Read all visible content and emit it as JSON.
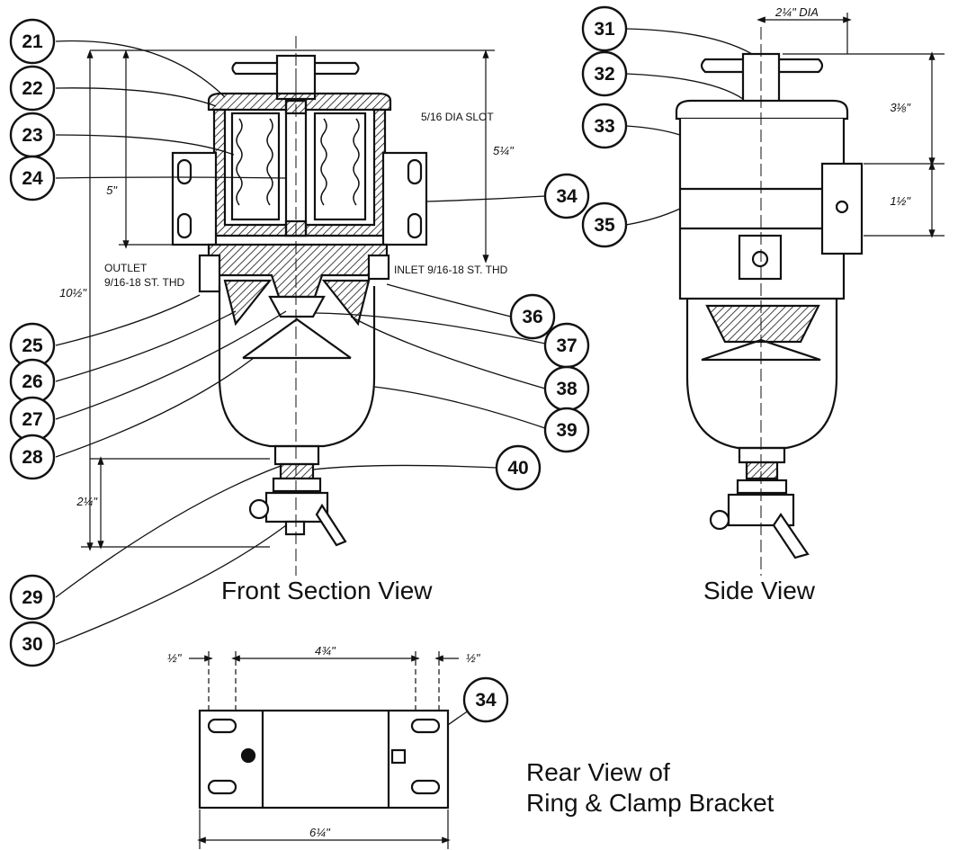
{
  "captions": {
    "front": "Front Section View",
    "side": "Side View",
    "rear_line1": "Rear View of",
    "rear_line2": "Ring & Clamp Bracket"
  },
  "callouts": [
    {
      "id": "21",
      "label": "21"
    },
    {
      "id": "22",
      "label": "22"
    },
    {
      "id": "23",
      "label": "23"
    },
    {
      "id": "24",
      "label": "24"
    },
    {
      "id": "25",
      "label": "25"
    },
    {
      "id": "26",
      "label": "26"
    },
    {
      "id": "27",
      "label": "27"
    },
    {
      "id": "28",
      "label": "28"
    },
    {
      "id": "29",
      "label": "29"
    },
    {
      "id": "30",
      "label": "30"
    },
    {
      "id": "31",
      "label": "31"
    },
    {
      "id": "32",
      "label": "32"
    },
    {
      "id": "33",
      "label": "33"
    },
    {
      "id": "34",
      "label": "34"
    },
    {
      "id": "35",
      "label": "35"
    },
    {
      "id": "36",
      "label": "36"
    },
    {
      "id": "37",
      "label": "37"
    },
    {
      "id": "38",
      "label": "38"
    },
    {
      "id": "39",
      "label": "39"
    },
    {
      "id": "40",
      "label": "40"
    },
    {
      "id": "34b",
      "label": "34"
    }
  ],
  "dimensions": {
    "front_height_5": "5\"",
    "front_height_5_1_4": "5¼\"",
    "front_total_10_1_2": "10½\"",
    "front_bottom_2_1_4": "2¼\"",
    "slot_note": "5/16 DIA SLOT",
    "outlet_note_1": "OUTLET",
    "outlet_note_2": "9/16-18 ST. THD",
    "inlet_note": "INLET 9/16-18 ST. THD",
    "side_width_2_1_4": "2¼\" DIA",
    "side_height_3_1_8": "3⅛\"",
    "side_height_1_1_2": "1½\"",
    "rear_half_left": "½\"",
    "rear_4_3_4": "4¾\"",
    "rear_half_right": "½\"",
    "rear_6_1_4": "6¼\""
  }
}
